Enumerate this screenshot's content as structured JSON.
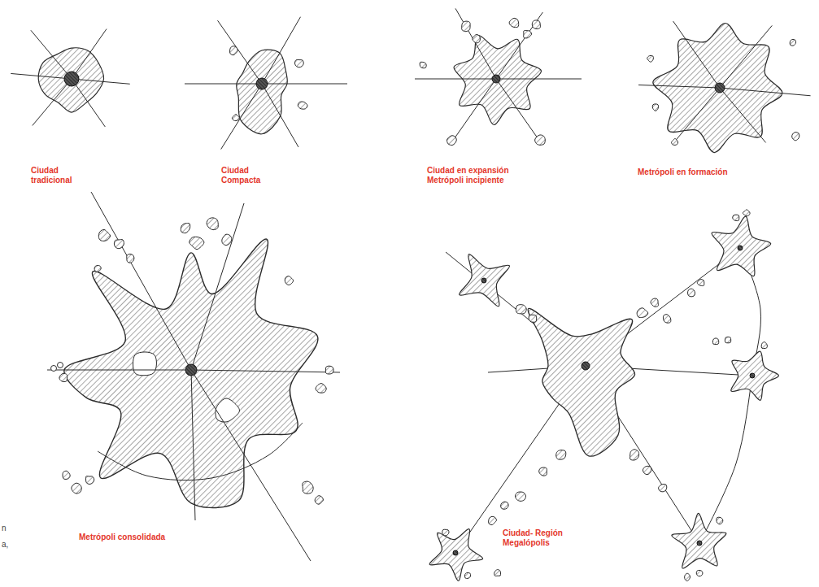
{
  "diagram": {
    "labels": [
      "Ciudad tradicional",
      "Ciudad Compacta",
      "Ciudad en expansión Metrópoli incipiente",
      "Metrópoli en formación",
      "Metrópoli consolidada",
      "Ciudad- Región Megalópolis",
      "n",
      "a,"
    ]
  }
}
